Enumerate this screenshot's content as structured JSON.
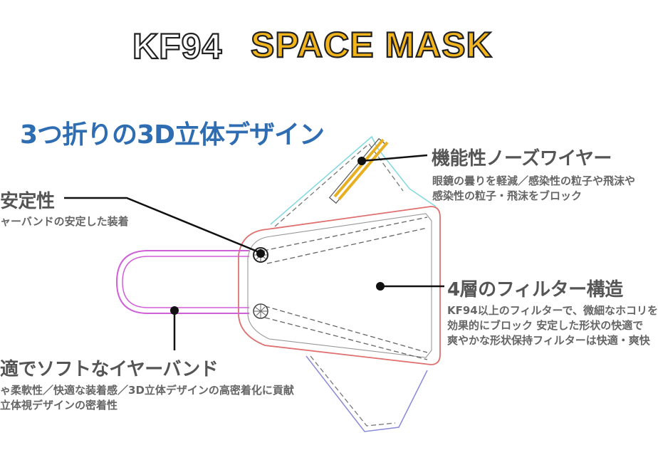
{
  "title": {
    "part1": "KF94",
    "part2": "SPACE MASK"
  },
  "subtitle": "3つ折りの3D立体デザイン",
  "colors": {
    "accent_blue": "#2f6db3",
    "title_yellow": "#f2b51c",
    "wire": "#e8b020",
    "loop": "#d060d8",
    "outline_red": "#e07070"
  },
  "callouts": {
    "nose_wire": {
      "title": "機能性ノーズワイヤー",
      "lines": [
        "眼鏡の曇りを軽減／感染性の粒子や飛沫や",
        "感染性の粒子・飛沫をブロック"
      ]
    },
    "stability": {
      "title": "安定性",
      "lines": [
        "ャーバンドの安定した装着"
      ]
    },
    "filter": {
      "title": "4層のフィルター構造",
      "lines": [
        "KF94以上のフィルターで、微細なホコリを",
        "効果的にブロック 安定した形状の快適で",
        "爽やかな形状保持フィルターは快適・爽快"
      ]
    },
    "ear_band": {
      "title": "適でソフトなイヤーバンド",
      "lines": [
        "ゃ柔軟性／快適な装着感／3D立体デザインの高密着化に貢献",
        "立体視デザインの密着性"
      ]
    }
  }
}
